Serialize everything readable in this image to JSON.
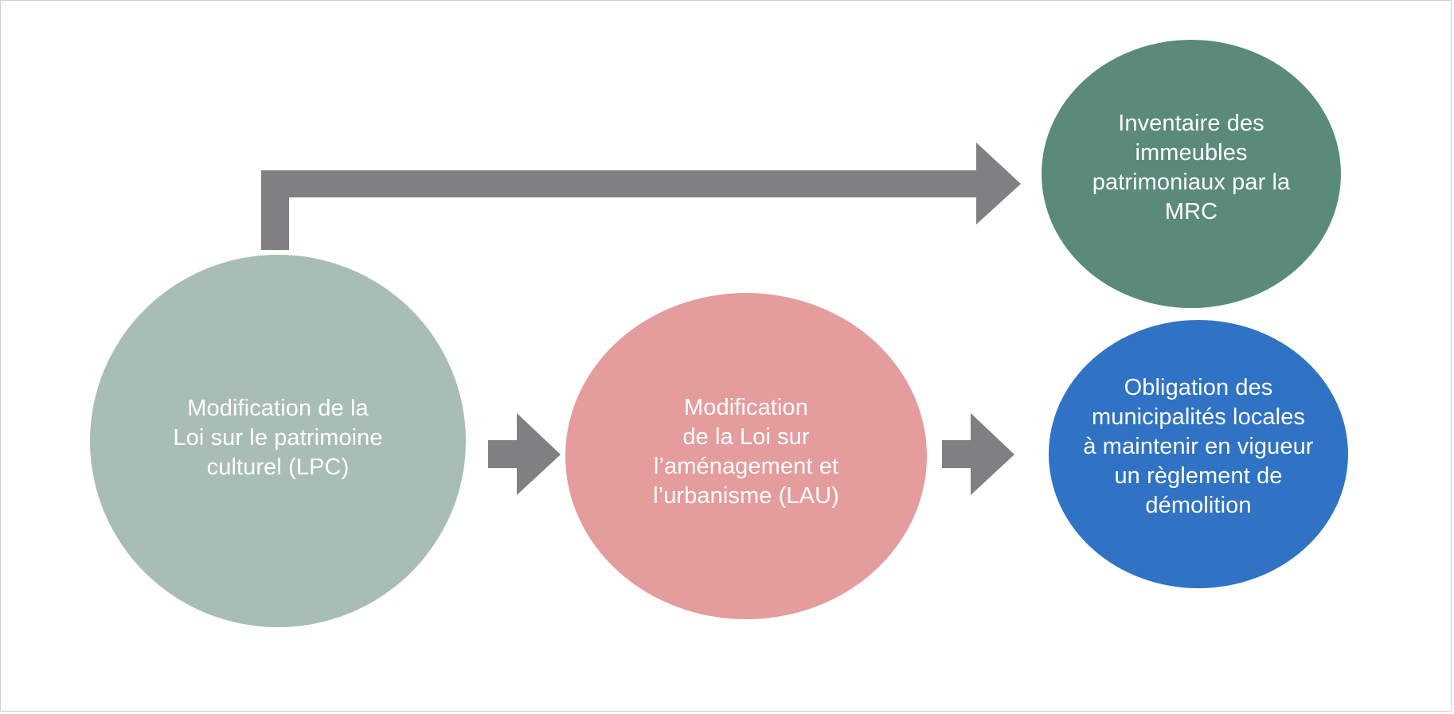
{
  "colors": {
    "connector": "#808082",
    "lpc": "#a8bdb6",
    "lau": "#e59c9c",
    "inventaire": "#5a8b78",
    "obligation": "#3073c4",
    "text": "#ffffff"
  },
  "nodes": {
    "lpc": "Modification de la\nLoi sur le patrimoine\nculturel (LPC)",
    "lau": "Modification\nde la Loi sur\nl’aménagement et\nl’urbanisme (LAU)",
    "inventaire": "Inventaire des\nimmeubles\npatrimoniaux par la\nMRC",
    "obligation": "Obligation des\nmunicipalités locales\nà maintenir en vigueur\nun règlement de\ndémolition"
  },
  "connectors": [
    {
      "from": "lpc",
      "to": "inventaire",
      "icon": "elbow-arrow-icon"
    },
    {
      "from": "lpc",
      "to": "lau",
      "icon": "right-arrow-icon"
    },
    {
      "from": "lau",
      "to": "obligation",
      "icon": "right-arrow-icon"
    }
  ]
}
